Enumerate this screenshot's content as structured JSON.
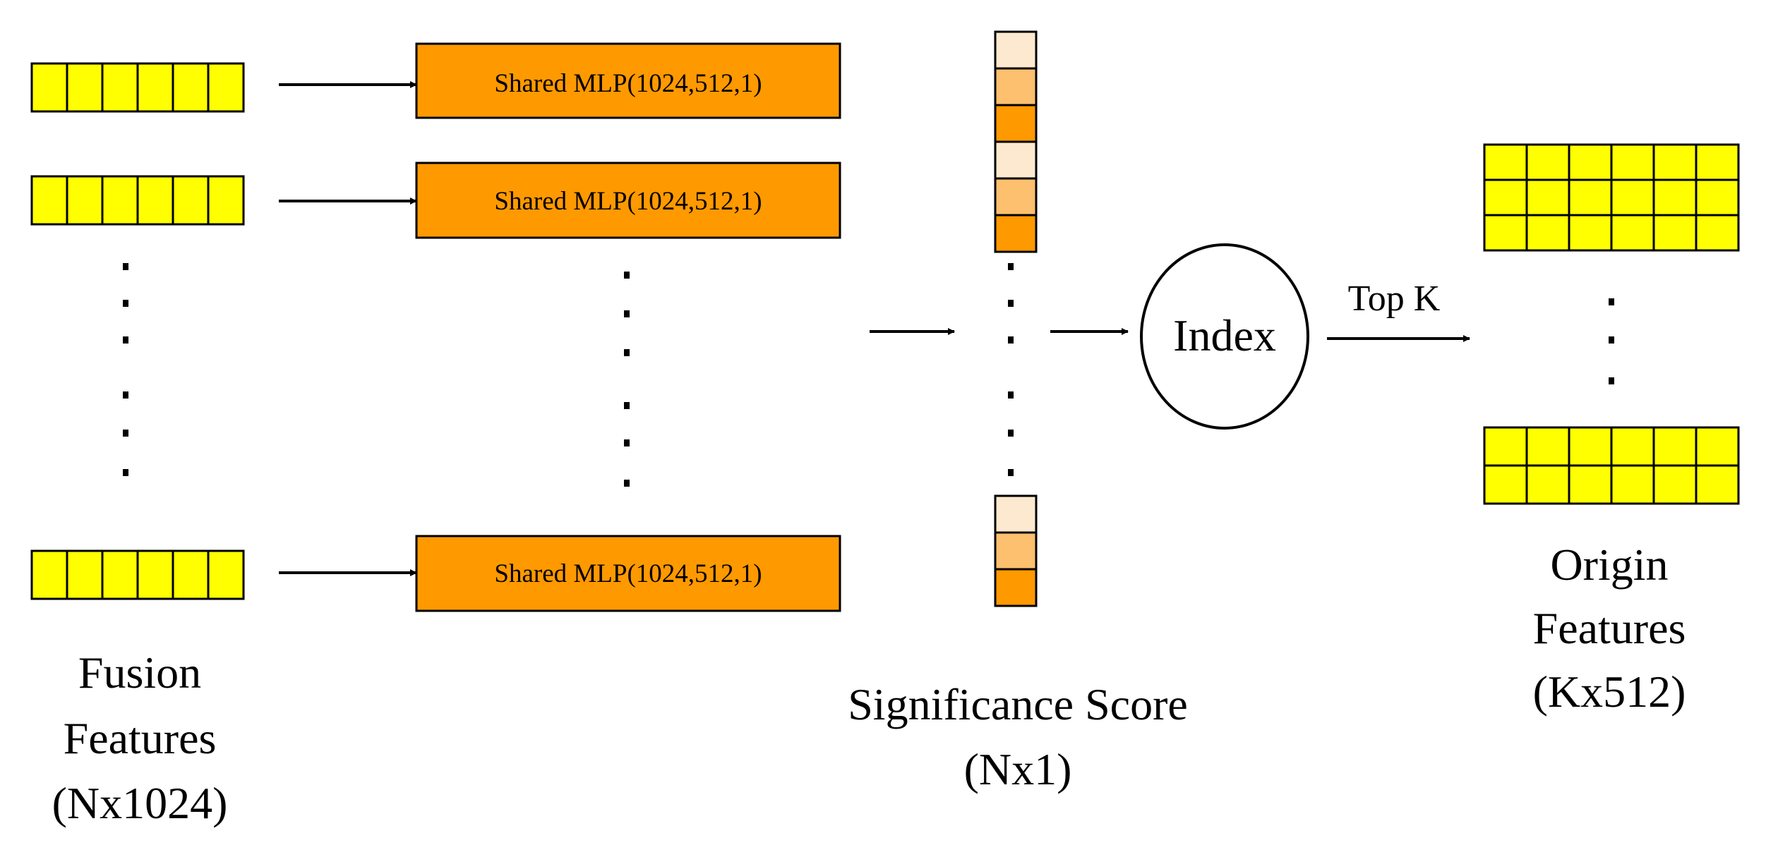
{
  "colors": {
    "feature_cell": "#ffff00",
    "mlp_box": "#ff9900",
    "score_light": "#fde9cf",
    "score_mid": "#fcc06e",
    "score_dark": "#ff9900",
    "stroke": "#000000",
    "background": "#ffffff"
  },
  "fusion": {
    "label_line1": "Fusion",
    "label_line2": "Features",
    "label_line3": "(Nx1024)"
  },
  "mlp": {
    "label_top": "Shared MLP(1024,512,1)",
    "label_middle": "Shared MLP(1024,512,1)",
    "label_bottom": "Shared MLP(1024,512,1)"
  },
  "score": {
    "label_line1": "Significance Score",
    "label_line2": "(Nx1)"
  },
  "index": {
    "label": "Index"
  },
  "topk": {
    "label": "Top K"
  },
  "origin": {
    "label_line1": "Origin",
    "label_line2": "Features",
    "label_line3": "(Kx512)"
  },
  "icons": {
    "arrow": "arrow-right-icon",
    "dots": "vertical-ellipsis-icon"
  }
}
